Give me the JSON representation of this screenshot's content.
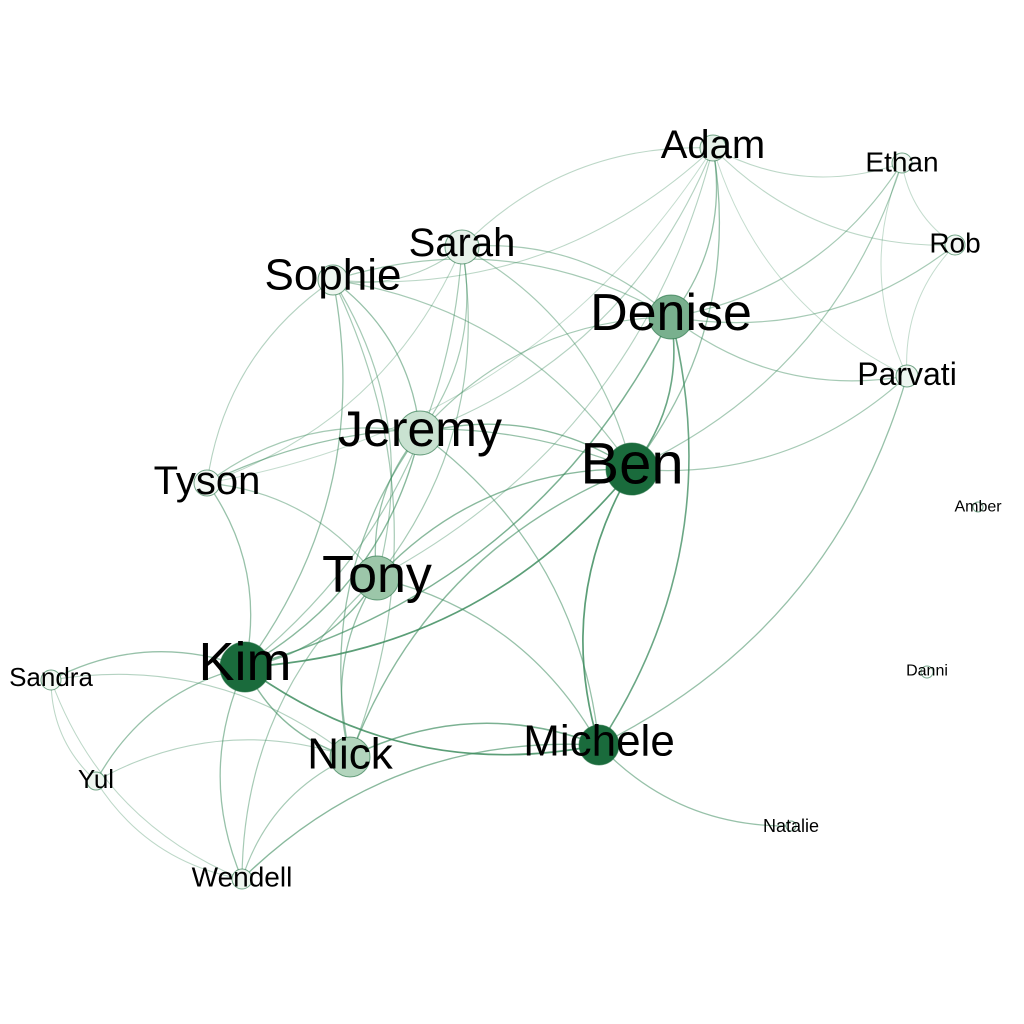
{
  "graph": {
    "accent_color": "#1a6b3c",
    "edge_color": "#3a8a5c",
    "nodes": [
      {
        "id": "adam",
        "label": "Adam",
        "fill": "#e7f2ea",
        "weight": 2
      },
      {
        "id": "ethan",
        "label": "Ethan",
        "fill": "#f4f9f5",
        "weight": 1
      },
      {
        "id": "rob",
        "label": "Rob",
        "fill": "#f4f9f5",
        "weight": 1
      },
      {
        "id": "sarah",
        "label": "Sarah",
        "fill": "#e7f2ea",
        "weight": 2
      },
      {
        "id": "sophie",
        "label": "Sophie",
        "fill": "#eef6f0",
        "weight": 2
      },
      {
        "id": "denise",
        "label": "Denise",
        "fill": "#79b08e",
        "weight": 4
      },
      {
        "id": "parvati",
        "label": "Parvati",
        "fill": "#eef6f0",
        "weight": 1
      },
      {
        "id": "jeremy",
        "label": "Jeremy",
        "fill": "#c9e2d1",
        "weight": 4
      },
      {
        "id": "ben",
        "label": "Ben",
        "fill": "#1a6b3c",
        "weight": 5
      },
      {
        "id": "tyson",
        "label": "Tyson",
        "fill": "#f4f9f5",
        "weight": 2
      },
      {
        "id": "amber",
        "label": "Amber",
        "fill": "#ffffff",
        "weight": 0
      },
      {
        "id": "tony",
        "label": "Tony",
        "fill": "#9cc6a9",
        "weight": 4
      },
      {
        "id": "kim",
        "label": "Kim",
        "fill": "#1a6b3c",
        "weight": 5
      },
      {
        "id": "sandra",
        "label": "Sandra",
        "fill": "#f4f9f5",
        "weight": 1
      },
      {
        "id": "danni",
        "label": "Danni",
        "fill": "#ffffff",
        "weight": 0
      },
      {
        "id": "nick",
        "label": "Nick",
        "fill": "#b3d5bd",
        "weight": 3
      },
      {
        "id": "michele",
        "label": "Michele",
        "fill": "#1a6b3c",
        "weight": 4
      },
      {
        "id": "yul",
        "label": "Yul",
        "fill": "#eef6f0",
        "weight": 1
      },
      {
        "id": "natalie",
        "label": "Natalie",
        "fill": "#ffffff",
        "weight": 0
      },
      {
        "id": "wendell",
        "label": "Wendell",
        "fill": "#eef6f0",
        "weight": 1
      }
    ],
    "edges": [
      [
        "kim",
        "ben",
        0.9
      ],
      [
        "kim",
        "denise",
        0.7
      ],
      [
        "kim",
        "tony",
        0.6
      ],
      [
        "kim",
        "jeremy",
        0.6
      ],
      [
        "kim",
        "michele",
        0.9
      ],
      [
        "kim",
        "nick",
        0.6
      ],
      [
        "kim",
        "sandra",
        0.5
      ],
      [
        "kim",
        "yul",
        0.5
      ],
      [
        "kim",
        "wendell",
        0.5
      ],
      [
        "kim",
        "tyson",
        0.5
      ],
      [
        "kim",
        "sophie",
        0.5
      ],
      [
        "kim",
        "sarah",
        0.4
      ],
      [
        "ben",
        "denise",
        0.8
      ],
      [
        "ben",
        "michele",
        0.9
      ],
      [
        "ben",
        "jeremy",
        0.6
      ],
      [
        "ben",
        "tony",
        0.6
      ],
      [
        "ben",
        "nick",
        0.6
      ],
      [
        "ben",
        "tyson",
        0.5
      ],
      [
        "ben",
        "adam",
        0.5
      ],
      [
        "ben",
        "sarah",
        0.4
      ],
      [
        "ben",
        "parvati",
        0.4
      ],
      [
        "ben",
        "ethan",
        0.4
      ],
      [
        "ben",
        "sophie",
        0.4
      ],
      [
        "michele",
        "denise",
        0.8
      ],
      [
        "michele",
        "nick",
        0.7
      ],
      [
        "michele",
        "natalie",
        0.5
      ],
      [
        "michele",
        "wendell",
        0.6
      ],
      [
        "michele",
        "parvati",
        0.5
      ],
      [
        "michele",
        "jeremy",
        0.5
      ],
      [
        "michele",
        "tony",
        0.5
      ],
      [
        "denise",
        "adam",
        0.5
      ],
      [
        "denise",
        "ethan",
        0.4
      ],
      [
        "denise",
        "rob",
        0.4
      ],
      [
        "denise",
        "sophie",
        0.4
      ],
      [
        "denise",
        "sarah",
        0.4
      ],
      [
        "denise",
        "jeremy",
        0.4
      ],
      [
        "denise",
        "parvati",
        0.4
      ],
      [
        "jeremy",
        "sophie",
        0.5
      ],
      [
        "jeremy",
        "tony",
        0.5
      ],
      [
        "jeremy",
        "nick",
        0.5
      ],
      [
        "jeremy",
        "tyson",
        0.4
      ],
      [
        "jeremy",
        "sarah",
        0.4
      ],
      [
        "jeremy",
        "adam",
        0.3
      ],
      [
        "tony",
        "sophie",
        0.4
      ],
      [
        "tony",
        "sarah",
        0.4
      ],
      [
        "tony",
        "tyson",
        0.4
      ],
      [
        "tony",
        "nick",
        0.5
      ],
      [
        "tony",
        "wendell",
        0.4
      ],
      [
        "tony",
        "adam",
        0.3
      ],
      [
        "nick",
        "sandra",
        0.3
      ],
      [
        "nick",
        "yul",
        0.3
      ],
      [
        "nick",
        "wendell",
        0.4
      ],
      [
        "nick",
        "sophie",
        0.4
      ],
      [
        "sophie",
        "sarah",
        0.3
      ],
      [
        "sophie",
        "adam",
        0.25
      ],
      [
        "sophie",
        "tyson",
        0.3
      ],
      [
        "adam",
        "ethan",
        0.25
      ],
      [
        "adam",
        "rob",
        0.25
      ],
      [
        "adam",
        "parvati",
        0.2
      ],
      [
        "adam",
        "sarah",
        0.25
      ],
      [
        "ethan",
        "rob",
        0.2
      ],
      [
        "ethan",
        "parvati",
        0.2
      ],
      [
        "rob",
        "parvati",
        0.2
      ],
      [
        "sandra",
        "yul",
        0.25
      ],
      [
        "sandra",
        "wendell",
        0.25
      ],
      [
        "yul",
        "wendell",
        0.25
      ],
      [
        "tyson",
        "sarah",
        0.25
      ],
      [
        "tyson",
        "adam",
        0.2
      ]
    ]
  }
}
